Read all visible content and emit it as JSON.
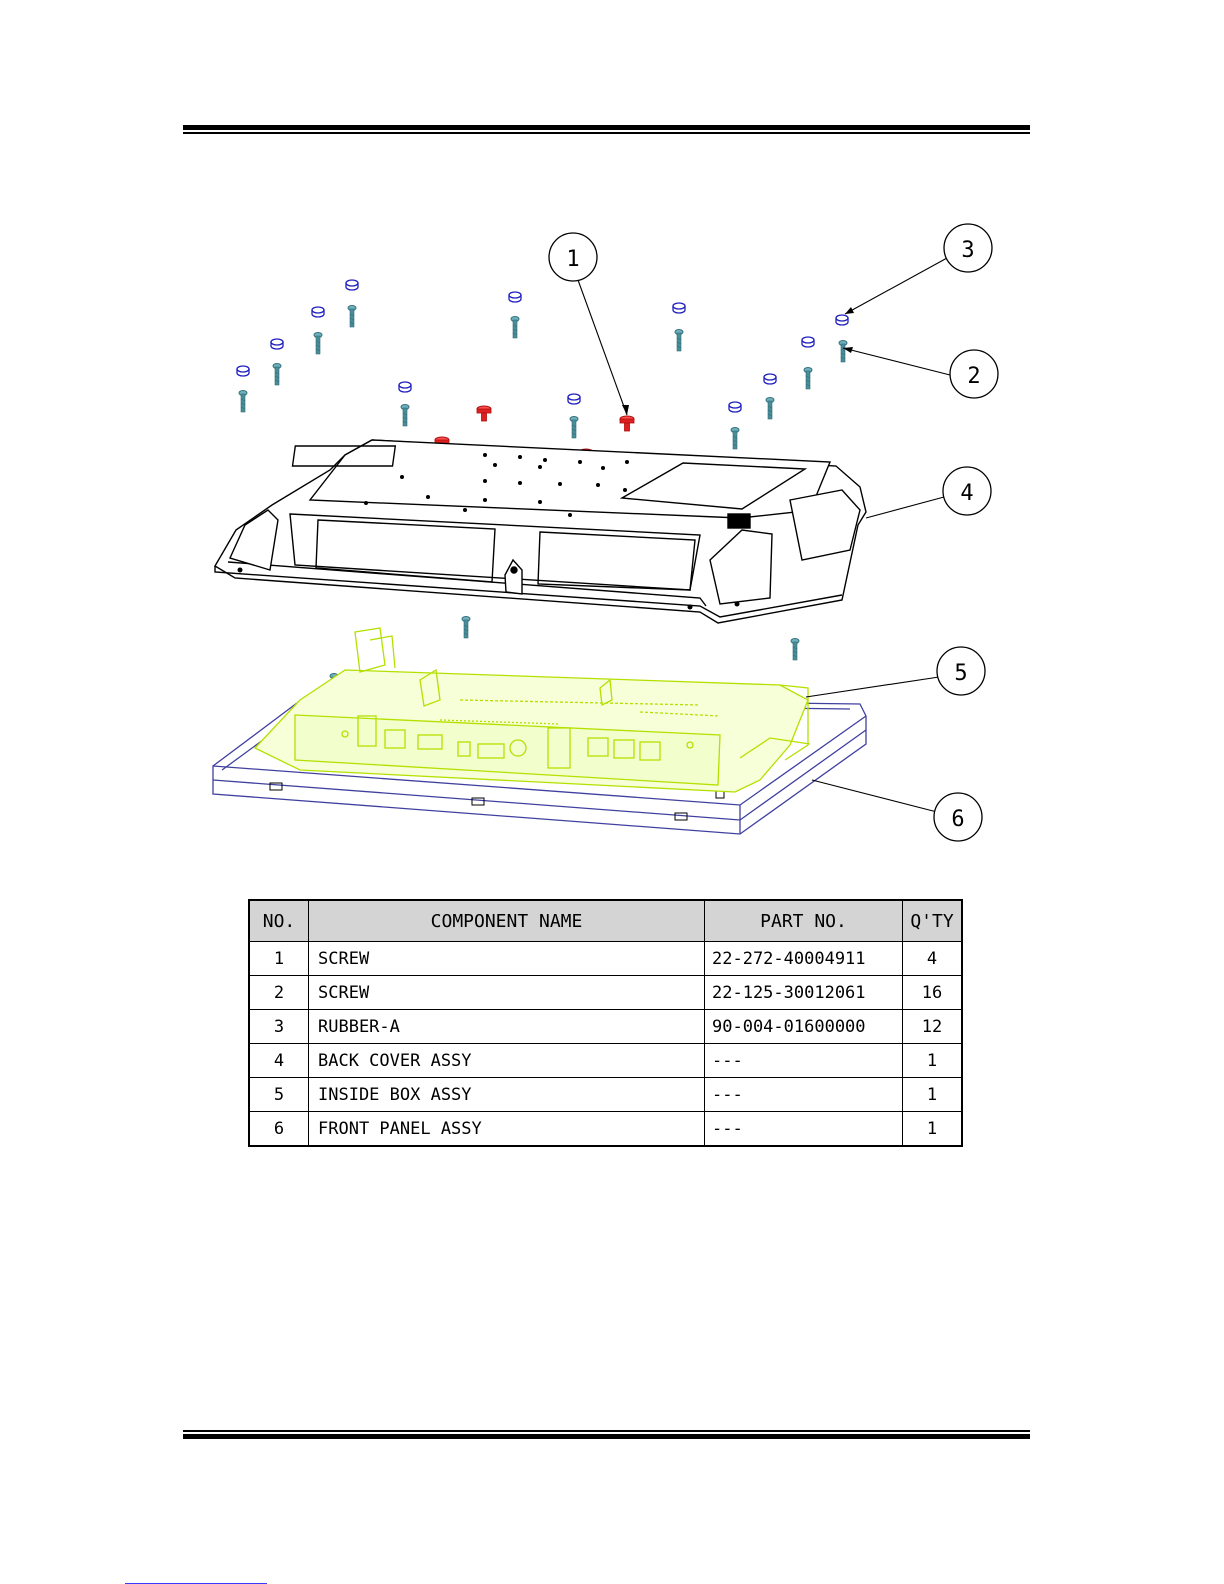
{
  "colors": {
    "back_cover": "#000000",
    "inside_box": "#b4e000",
    "front_panel": "#4040a0",
    "screw_red": "#e02020",
    "screw_teal": "#4a8c98",
    "rubber": "#2020c0",
    "table_header_bg": "#d4d4d4"
  },
  "callouts": [
    {
      "label": "1"
    },
    {
      "label": "2"
    },
    {
      "label": "3"
    },
    {
      "label": "4"
    },
    {
      "label": "5"
    },
    {
      "label": "6"
    }
  ],
  "table": {
    "headers": {
      "no": "NO.",
      "name": "COMPONENT NAME",
      "part": "PART NO.",
      "qty": "Q'TY"
    },
    "rows": [
      {
        "no": "1",
        "name": "SCREW",
        "part": "22-272-40004911",
        "qty": "4"
      },
      {
        "no": "2",
        "name": "SCREW",
        "part": "22-125-30012061",
        "qty": "16"
      },
      {
        "no": "3",
        "name": "RUBBER-A",
        "part": "90-004-01600000",
        "qty": "12"
      },
      {
        "no": "4",
        "name": "BACK COVER ASSY",
        "part": "---",
        "qty": "1"
      },
      {
        "no": "5",
        "name": "INSIDE BOX ASSY",
        "part": "---",
        "qty": "1"
      },
      {
        "no": "6",
        "name": "FRONT PANEL ASSY",
        "part": "---",
        "qty": "1"
      }
    ]
  }
}
